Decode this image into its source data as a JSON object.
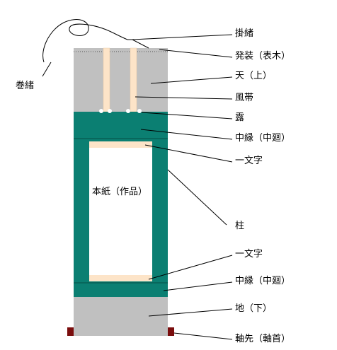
{
  "diagram": {
    "labels": {
      "kakeo": "掛緒",
      "hassou": "発装（表木）",
      "ten": "天（上）",
      "fuutai": "風帯",
      "tsuyu": "露",
      "nakaberi_top": "中縁（中廻）",
      "ichimonji_top": "一文字",
      "hashira": "柱",
      "ichimonji_bottom": "一文字",
      "nakaberi_bottom": "中縁（中廻）",
      "chi": "地（下）",
      "jikusaki": "軸先（軸首）",
      "makio": "巻緒",
      "honshi": "本紙（作品）"
    },
    "colors": {
      "gray_panel": "#c0c0c0",
      "teal_frame": "#0b7f72",
      "ichimonji_strip": "#fde4c8",
      "fuutai_strip": "#fde4c8",
      "axis_end": "#7a0d0d",
      "line": "#000000"
    }
  }
}
